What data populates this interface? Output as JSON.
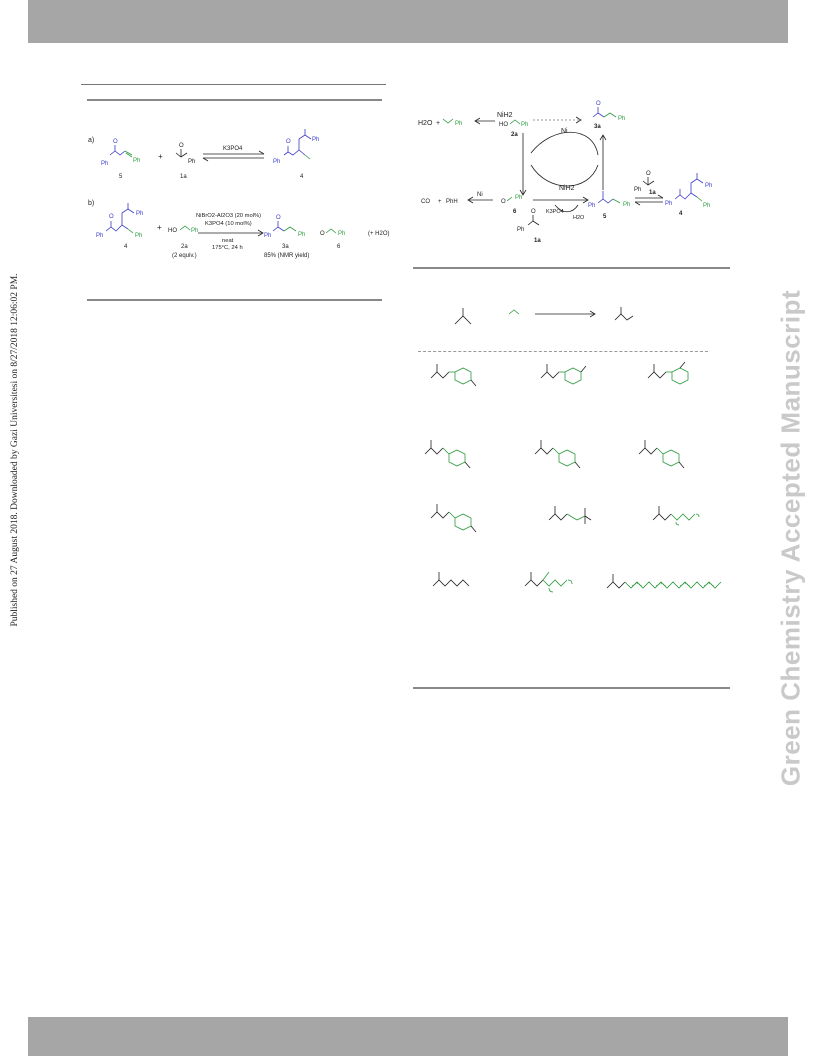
{
  "watermark": {
    "left_text": "Published on 27 August 2018. Downloaded by Gazi Universitesi on 8/27/2018 12:06:02 PM.",
    "right_text": "Green Chemistry Accepted Manuscript"
  },
  "scheme_a": {
    "label": "a)",
    "reactant_1": "5",
    "reactant_2": "1a",
    "plus": "+",
    "reagent": "K3PO4",
    "product": "4",
    "atoms": {
      "ph1": "Ph",
      "ph2": "Ph",
      "o1": "O",
      "ph3": "Ph",
      "o2": "O",
      "ph4": "Ph",
      "ph5": "Ph",
      "o3": "O"
    }
  },
  "scheme_b": {
    "label": "b)",
    "start": "4",
    "alcohol": "2a",
    "alcohol_equiv": "(2 equiv.)",
    "plus": "+",
    "cond_1": "NiBrO2-Al2O3 (20 mol%)",
    "cond_2": "K3PO4 (10 mol%)",
    "cond_3": "neat",
    "cond_4": "175°C, 24 h",
    "product": "3a",
    "yield": "85% (NMR yield)",
    "byproduct": "6",
    "extra": "(+ H2O)",
    "atoms": {
      "ho": "HO",
      "ph_alc": "Ph",
      "ph_p": "Ph",
      "ph_p2": "Ph",
      "o_p": "O",
      "o_bp": "O",
      "ph_bp": "Ph",
      "o_s": "O",
      "ph_s1": "Ph",
      "ph_s2": "Ph",
      "ph_s3": "Ph"
    }
  },
  "mechanism": {
    "h2o": "H2O",
    "plus": "+",
    "nih2_top": "NiH2",
    "ho": "HO",
    "ph_2a": "Ph",
    "label_2a": "2a",
    "ni_center": "Ni",
    "label_3a": "3a",
    "o_3a": "O",
    "ph_3a": "Ph",
    "co": "CO",
    "phh": "PhH",
    "ni_left": "Ni",
    "label_6": "6",
    "ph_6": "Ph",
    "nih2_mid": "NiH2",
    "k3po4": "K3PO4",
    "h2o_mid": "H2O",
    "label_5": "5",
    "ph_5a": "Ph",
    "ph_5b": "Ph",
    "label_1a_bottom": "1a",
    "ph_1a": "Ph",
    "label_1a_right": "1a",
    "ph_1a_r": "Ph",
    "label_4": "4",
    "ph_4a": "Ph",
    "ph_4b": "Ph",
    "ph_4c": "Ph",
    "o": "O"
  }
}
